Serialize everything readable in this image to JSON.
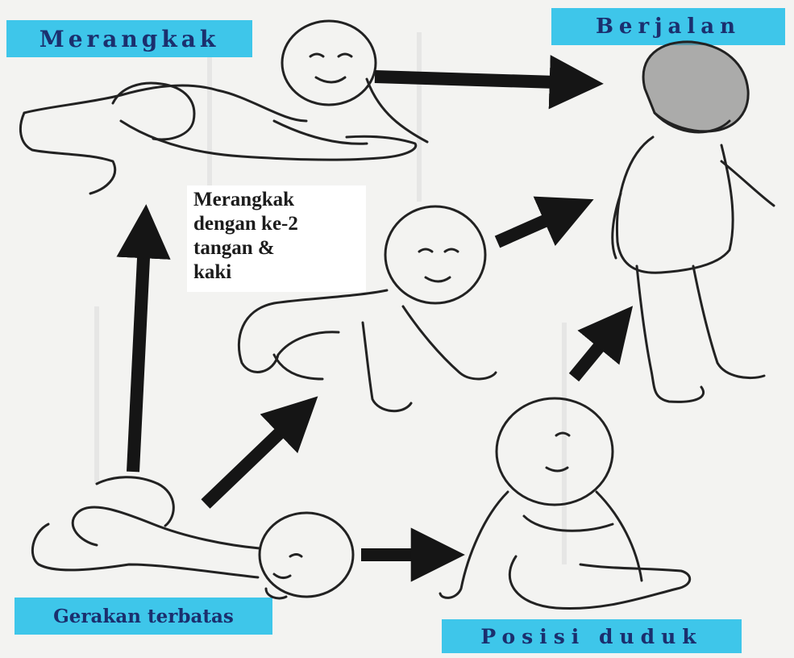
{
  "labels": {
    "merangkak": "Merangkak",
    "berjalan": "Berjalan",
    "gerakan_terbatas": "Gerakan terbatas",
    "posisi_duduk": "Posisi duduk"
  },
  "note_lines": [
    "Merangkak",
    "dengan ke-2",
    "tangan &",
    "kaki"
  ],
  "colors": {
    "label_background": "#3ec6ea",
    "label_text": "#1b2f6e",
    "arrow": "#151515",
    "line_art": "#222222",
    "paper": "#f3f3f1",
    "note_background": "#ffffff"
  }
}
